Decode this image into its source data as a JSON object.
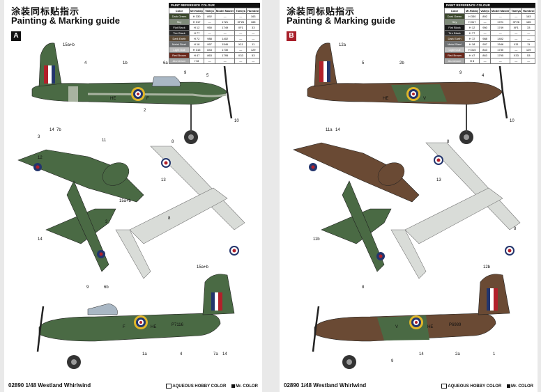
{
  "pages": [
    {
      "title_cn": "涂装同标贴指示",
      "title_en": "Painting & Marking guide",
      "scheme": "A",
      "side_codes": [
        "HE",
        "F"
      ],
      "side_codes_lower": [
        "F",
        "HE"
      ],
      "serial": "P7116",
      "footer": "02890  1/48  Westland Whirlwind",
      "legend_aqueous": "AQUEOUS HOBBY COLOR",
      "legend_mr": "Mr. COLOR"
    },
    {
      "title_cn": "涂装同标贴指示",
      "title_en": "Painting & Marking guide",
      "scheme": "B",
      "side_codes": [
        "HE",
        "V"
      ],
      "side_codes_lower": [
        "V",
        "HE"
      ],
      "serial": "P6989",
      "footer": "02890  1/48  Westland Whirlwind",
      "legend_aqueous": "AQUEOUS HOBBY COLOR",
      "legend_mr": "Mr. COLOR"
    }
  ],
  "paint_table": {
    "caption": "PAINT  REFERENCE COLOUR",
    "headers": [
      "Color",
      "Mr.Hobby",
      "Vallejo",
      "Model Master",
      "Tamiya",
      "Humbrol"
    ],
    "rows": [
      {
        "name": "Dark Green",
        "color": "#3d4a2e",
        "cells": [
          "H 330",
          "892",
          "—",
          "—",
          "163"
        ]
      },
      {
        "name": "Sky",
        "color": "#7f8b79",
        "cells": [
          "H 317",
          "—",
          "1721",
          "XF26",
          "165"
        ]
      },
      {
        "name": "Flat Black",
        "color": "#1a1a1a",
        "cells": [
          "H 12",
          "950",
          "1749",
          "XF1",
          "33"
        ]
      },
      {
        "name": "Tire Black",
        "color": "#2b2b2b",
        "cells": [
          "H 77",
          "—",
          "—",
          "—",
          "—"
        ]
      },
      {
        "name": "Dark Earth",
        "color": "#5c4a35",
        "cells": [
          "H 72",
          "988",
          "1402",
          "—",
          "—"
        ]
      },
      {
        "name": "Metal Steel",
        "color": "#6e7072",
        "cells": [
          "H 18",
          "997",
          "1546",
          "X11",
          "11"
        ]
      },
      {
        "name": "Light Gull",
        "color": "#bdbdbd",
        "cells": [
          "H 315",
          "843",
          "1730",
          "—",
          "129"
        ]
      },
      {
        "name": "Red Brown",
        "color": "#6a2a1e",
        "cells": [
          "H 47",
          "863",
          "1795",
          "X33",
          "53"
        ]
      },
      {
        "name": "Aluminium",
        "color": "#a7a7a7",
        "cells": [
          "H 8",
          "—",
          "—",
          "—",
          "—"
        ]
      }
    ]
  },
  "callouts_a": [
    "15a+b",
    "4",
    "1b",
    "6a",
    "9",
    "5",
    "14",
    "7b",
    "10",
    "3",
    "8",
    "15a+b",
    "3",
    "8",
    "15a+b",
    "9",
    "6b",
    "1a",
    "4",
    "7a",
    "14",
    "12",
    "14",
    "11",
    "13",
    "2"
  ],
  "callouts_b": [
    "12a",
    "5",
    "2b",
    "9",
    "4",
    "11a",
    "14",
    "10",
    "8",
    "8",
    "12b",
    "8",
    "9",
    "14",
    "2a",
    "1",
    "11b",
    "13"
  ],
  "colors": {
    "green": "#4a6a44",
    "brown": "#6a4a34",
    "sky": "#a8b3a0",
    "underside": "#d9dcd8",
    "roundel_red": "#b2202a",
    "roundel_blue": "#23356d",
    "roundel_yellow": "#e0b62a"
  }
}
